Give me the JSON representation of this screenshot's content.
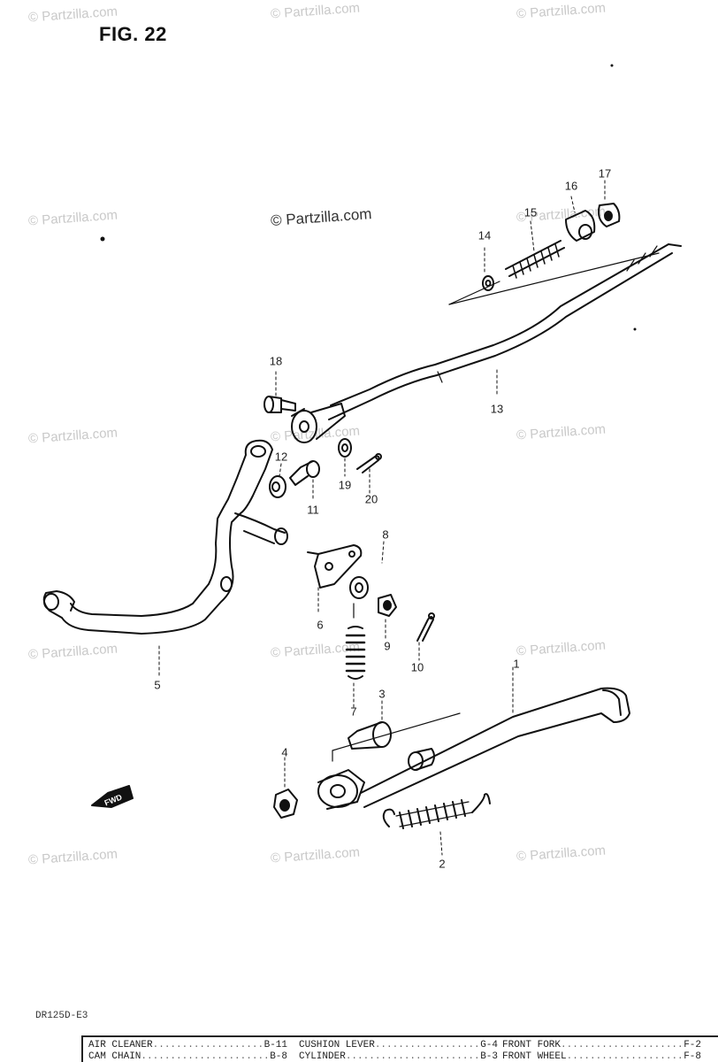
{
  "figure": {
    "title": "FIG. 22",
    "code": "DR125D-E3"
  },
  "watermark": "© Partzilla.com",
  "callouts": [
    "1",
    "2",
    "3",
    "4",
    "5",
    "6",
    "7",
    "8",
    "9",
    "10",
    "11",
    "12",
    "13",
    "14",
    "15",
    "16",
    "17",
    "18",
    "19",
    "20"
  ],
  "direction_arrow": "FWD",
  "index_table": {
    "columns": [
      [
        {
          "name": "AIR CLEANER",
          "ref": "B-11"
        },
        {
          "name": "CAM CHAIN",
          "ref": "B-8"
        }
      ],
      [
        {
          "name": "CUSHION LEVER",
          "ref": "G-4"
        },
        {
          "name": "CYLINDER",
          "ref": "B-3"
        }
      ],
      [
        {
          "name": "FRONT FORK",
          "ref": "F-2"
        },
        {
          "name": "FRONT WHEEL",
          "ref": "F-8"
        }
      ]
    ]
  }
}
